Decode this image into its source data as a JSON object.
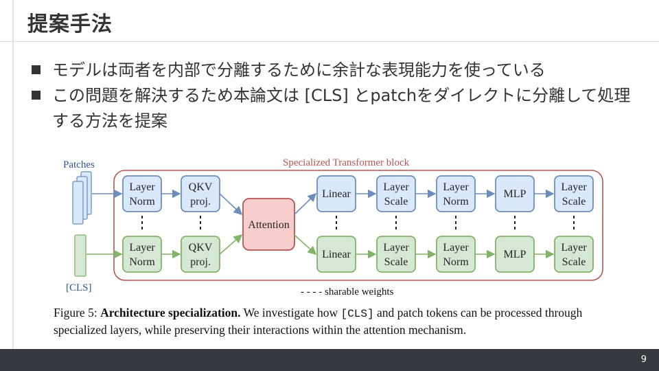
{
  "slide": {
    "title": "提案手法",
    "page_number": "9"
  },
  "bullets": [
    "モデルは両者を内部で分離するために余計な表現能力を使っている",
    "この問題を解決するため本論文は [CLS] とpatchをダイレクトに分離して処理する方法を提案"
  ],
  "figure": {
    "block_title": "Specialized Transformer block",
    "patches_label": "Patches",
    "cls_label": "[CLS]",
    "legend": "- - - - sharable weights",
    "attention": "Attention",
    "top_row": [
      [
        "Layer",
        "Norm"
      ],
      [
        "QKV",
        "proj."
      ],
      [
        "Linear"
      ],
      [
        "Layer",
        "Scale"
      ],
      [
        "Layer",
        "Norm"
      ],
      [
        "MLP"
      ],
      [
        "Layer",
        "Scale"
      ]
    ],
    "bottom_row": [
      [
        "Layer",
        "Norm"
      ],
      [
        "QKV",
        "proj."
      ],
      [
        "Linear"
      ],
      [
        "Layer",
        "Scale"
      ],
      [
        "Layer",
        "Norm"
      ],
      [
        "MLP"
      ],
      [
        "Layer",
        "Scale"
      ]
    ],
    "colors": {
      "blue_fill": "#dae8fc",
      "blue_stroke": "#6c8ebf",
      "green_fill": "#d5e8d4",
      "green_stroke": "#82b366",
      "red_fill": "#f8cecc",
      "red_stroke": "#b85450",
      "title_color": "#b85450",
      "label_color": "#2e5597"
    }
  },
  "caption": {
    "figure_no": "Figure 5:",
    "bold": "Architecture specialization.",
    "text1": "We investigate how",
    "mono": "[CLS]",
    "text2": "and patch tokens can be processed through specialized layers, while preserving their interactions within the attention mechanism."
  }
}
